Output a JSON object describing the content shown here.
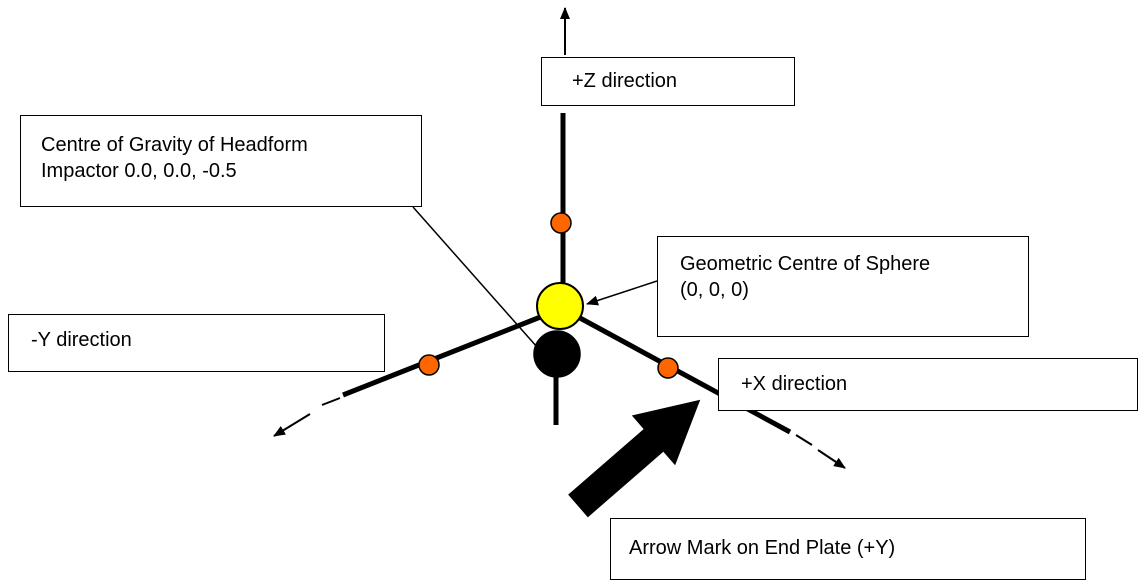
{
  "labels": {
    "z_direction": "+Z direction",
    "cog": "Centre of Gravity of Headform\nImpactor 0.0, 0.0, -0.5",
    "geometric_centre": "Geometric Centre of Sphere\n(0, 0, 0)",
    "y_direction": "-Y direction",
    "x_direction": "+X direction",
    "arrow_mark": "Arrow Mark on End Plate (+Y)"
  },
  "colors": {
    "axis": "#000000",
    "sphere_centre": "#ffff00",
    "cog_marker": "#000000",
    "axis_markers": "#ff6600"
  }
}
